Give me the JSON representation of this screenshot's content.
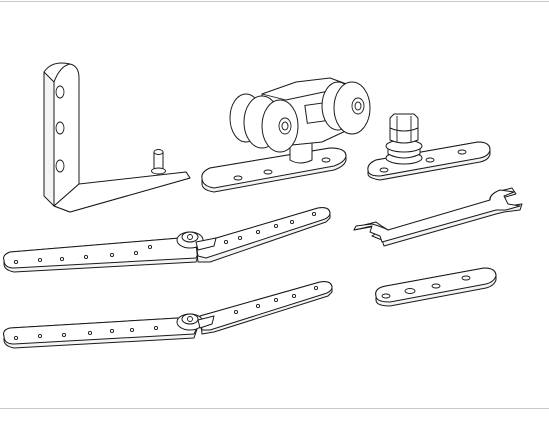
{
  "illustration": {
    "components": [
      {
        "id": "l-bracket",
        "icon": "l-bracket-icon"
      },
      {
        "id": "roller-carriage",
        "icon": "roller-carriage-icon"
      },
      {
        "id": "bolt-plate",
        "icon": "bolt-plate-icon"
      },
      {
        "id": "wrench",
        "icon": "wrench-icon"
      },
      {
        "id": "linkage-arm-upper",
        "icon": "hinged-arm-icon"
      },
      {
        "id": "linkage-arm-lower",
        "icon": "hinged-arm-icon"
      },
      {
        "id": "flat-plate",
        "icon": "flat-plate-icon"
      }
    ],
    "line_color": "#1a1a1a",
    "rule_color": "#c9c9c9"
  }
}
